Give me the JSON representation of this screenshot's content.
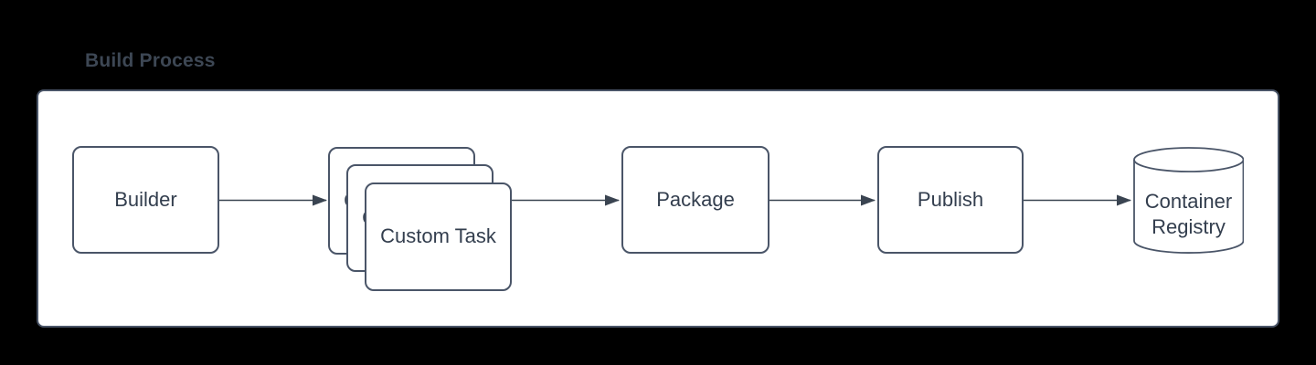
{
  "title": "Build Process",
  "nodes": {
    "builder": {
      "label": "Builder"
    },
    "custom_task_back": {
      "label": "Custom Task"
    },
    "custom_task_middle": {
      "label": "Custom Task"
    },
    "custom_task_front": {
      "label": "Custom Task"
    },
    "package": {
      "label": "Package"
    },
    "publish": {
      "label": "Publish"
    },
    "container_registry": {
      "label": "Container Registry"
    }
  },
  "edges": [
    {
      "from": "builder",
      "to": "custom_task"
    },
    {
      "from": "custom_task",
      "to": "package"
    },
    {
      "from": "package",
      "to": "publish"
    },
    {
      "from": "publish",
      "to": "container_registry"
    }
  ],
  "colors": {
    "background": "#000000",
    "panel_fill": "#ffffff",
    "panel_border": "#4a5568",
    "node_border": "#4a5568",
    "edge_stroke": "#3a4451",
    "text": "#333e4e",
    "title_text": "#3d4754"
  }
}
